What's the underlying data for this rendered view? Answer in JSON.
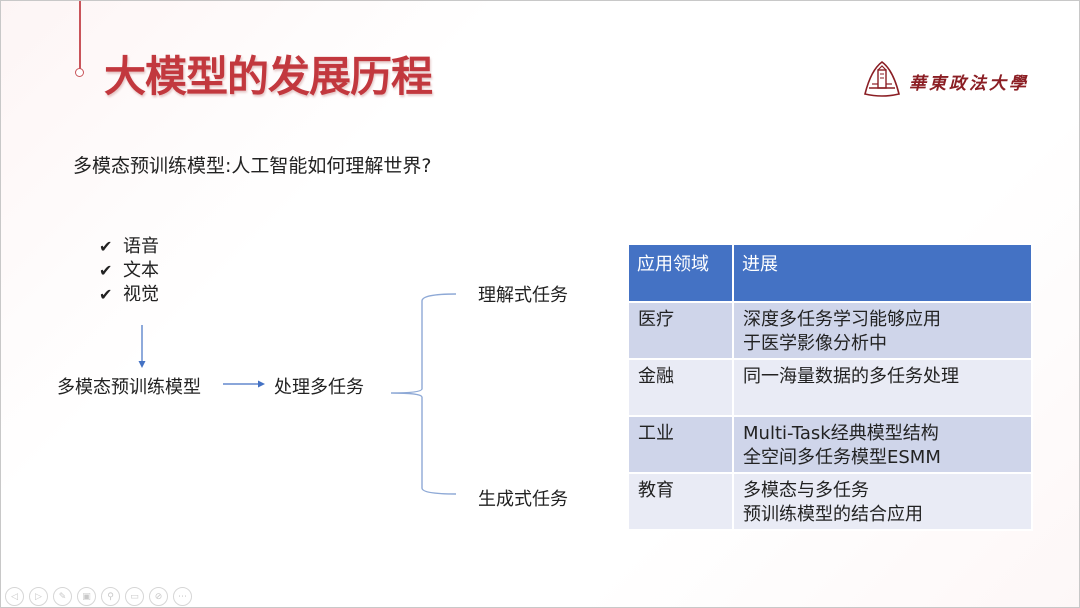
{
  "slide": {
    "title": "大模型的发展历程",
    "logo": {
      "icon": "university-emblem-icon",
      "text": "華東政法大學",
      "color": "#8b1e24"
    },
    "subtitle": "多模态预训练模型:人工智能如何理解世界?",
    "checklist": [
      {
        "icon": "checkmark-icon",
        "label": "语音"
      },
      {
        "icon": "checkmark-icon",
        "label": "文本"
      },
      {
        "icon": "checkmark-icon",
        "label": "视觉"
      }
    ],
    "diagram": {
      "model_node": "多模态预训练模型",
      "process_node": "处理多任务",
      "branch_top": "理解式任务",
      "branch_bottom": "生成式任务",
      "arrow_color": "#4472c4"
    },
    "table": {
      "header": [
        "应用领域",
        "进展"
      ],
      "rows": [
        {
          "domain": "医疗",
          "progress_line1": "深度多任务学习能够应用",
          "progress_line2": "于医学影像分析中"
        },
        {
          "domain": "金融",
          "progress_line1": "同一海量数据的多任务处理",
          "progress_line2": ""
        },
        {
          "domain": "工业",
          "progress_line1": "Multi-Task经典模型结构",
          "progress_line2": "全空间多任务模型ESMM"
        },
        {
          "domain": "教育",
          "progress_line1": "多模态与多任务",
          "progress_line2": "预训练模型的结合应用"
        }
      ],
      "header_color": "#4472c4",
      "row_color_odd": "#cfd5ea",
      "row_color_even": "#e9ebf5"
    },
    "accent_color": "#c2383e"
  },
  "toolbar": {
    "buttons": [
      {
        "name": "previous-slide",
        "glyph": "◁"
      },
      {
        "name": "next-slide",
        "glyph": "▷"
      },
      {
        "name": "pen",
        "glyph": "✎"
      },
      {
        "name": "slides-overview",
        "glyph": "▣"
      },
      {
        "name": "zoom",
        "glyph": "⚲"
      },
      {
        "name": "subtitles",
        "glyph": "▭"
      },
      {
        "name": "camera-off",
        "glyph": "⊘"
      },
      {
        "name": "more-options",
        "glyph": "⋯"
      }
    ]
  }
}
